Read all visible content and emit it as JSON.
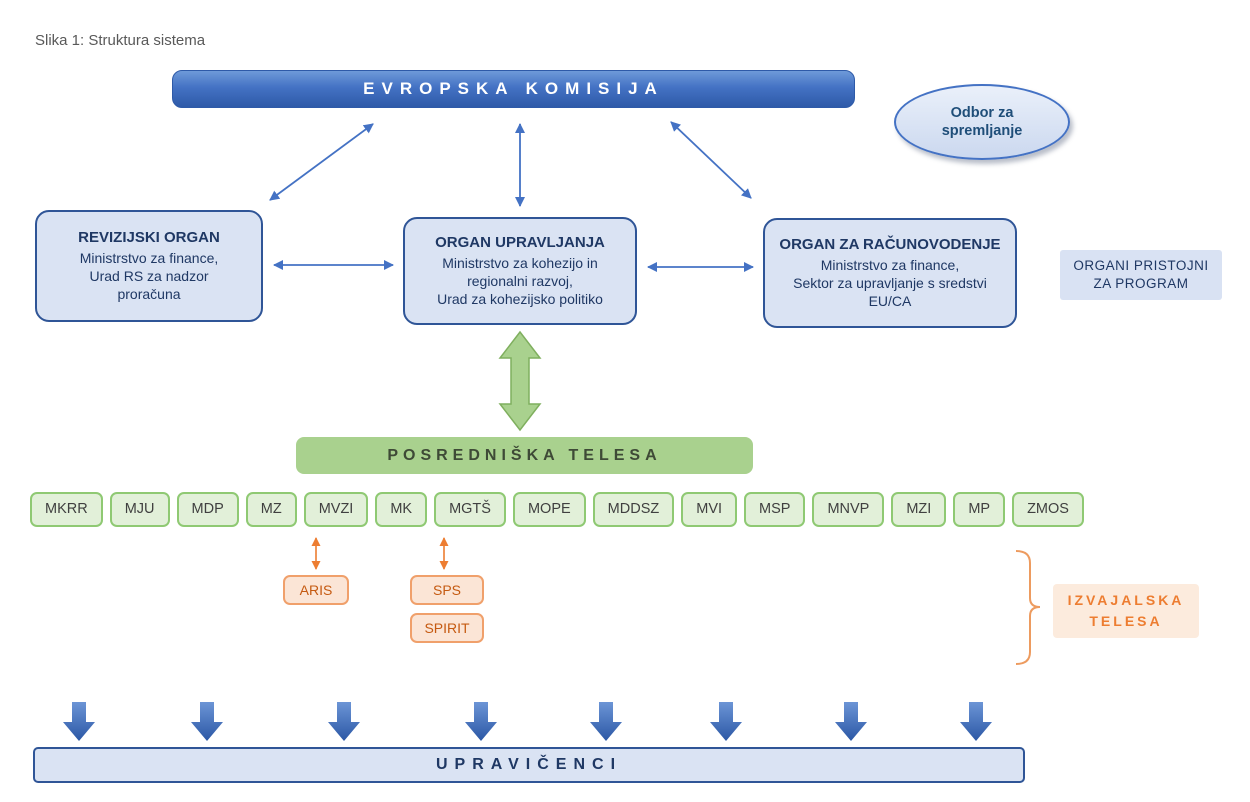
{
  "figure": {
    "caption": "Slika 1: Struktura sistema"
  },
  "commission": {
    "label": "EVROPSKA KOMISIJA"
  },
  "monitoring_committee": {
    "label": "Odbor za\nspremljanje"
  },
  "organs": {
    "audit": {
      "title": "REVIZIJSKI ORGAN",
      "body": "Ministrstvo za finance,\nUrad RS za nadzor\nproračuna"
    },
    "management": {
      "title": "ORGAN UPRAVLJANJA",
      "body": "Ministrstvo za kohezijo in\nregionalni razvoj,\nUrad za kohezijsko politiko"
    },
    "accounting": {
      "title": "ORGAN ZA RAČUNOVODENJE",
      "body": "Ministrstvo za finance,\nSektor za upravljanje s sredstvi\nEU/CA"
    },
    "side_label": "ORGANI PRISTOJNI\nZA PROGRAM"
  },
  "intermediate_bodies": {
    "label": "POSREDNIŠKA TELESA",
    "ministries": [
      "MKRR",
      "MJU",
      "MDP",
      "MZ",
      "MVZI",
      "MK",
      "MGTŠ",
      "MOPE",
      "MDDSZ",
      "MVI",
      "MSP",
      "MNVP",
      "MZI",
      "MP",
      "ZMOS"
    ]
  },
  "implementing_bodies": {
    "label": "IZVAJALSKA\nTELESA",
    "aris": "ARIS",
    "sps": "SPS",
    "spirit": "SPIRIT"
  },
  "beneficiaries": {
    "label": "UPRAVIČENCI"
  },
  "colors": {
    "blue_accent": "#4472C4",
    "blue_dark": "#2F5597",
    "blue_fill": "#DAE3F3",
    "green_accent": "#70AD47",
    "green_fill_light": "#E2F0D9",
    "green_fill": "#A9D18E",
    "orange_accent": "#ED7D31",
    "orange_fill": "#FBE5D6"
  }
}
